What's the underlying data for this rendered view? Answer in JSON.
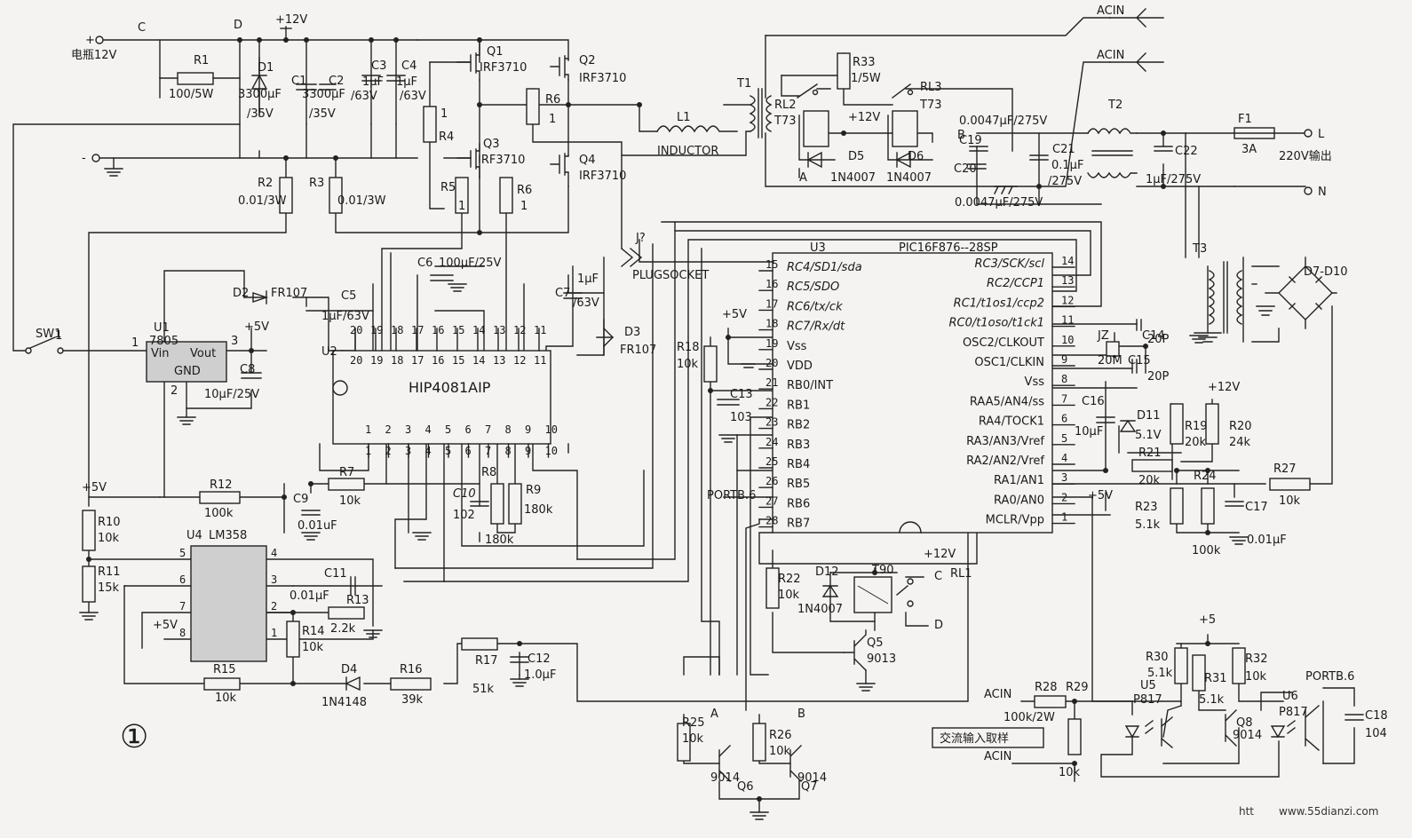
{
  "nodes": {
    "C": "C",
    "D": "D",
    "A_top": "A",
    "B_top": "B",
    "A_bot": "A",
    "B_bot": "B",
    "C_relay": "C",
    "D_relay": "D",
    "portb6_u3": "PORTB.6",
    "portb6_u6": "PORTB.6"
  },
  "power": {
    "battery_plus": "+",
    "battery_label": "电瓶12V",
    "battery_minus": "-",
    "v12_top": "+12V",
    "v12_rl": "+12V",
    "v12_rl1": "+12V",
    "v12_r19": "+12V",
    "v5_u1": "+5V",
    "v5_r18": "+5V",
    "v5_r10": "+5V",
    "v5_u4": "+5V",
    "v5_mclr": "+5V",
    "v5_opto": "+5",
    "acin_1": "ACIN",
    "acin_2": "ACIN",
    "acin_3": "ACIN",
    "acin_4": "ACIN",
    "out_L": "L",
    "out_N": "N",
    "out_label": "220V输出"
  },
  "parts": {
    "R1": "R1",
    "R1v": "100/5W",
    "D1": "D1",
    "D1v": "3300μF",
    "D1v2": "/35V",
    "C1": "C1",
    "C2": "C2",
    "C2v": "3300μF",
    "C2v2": "/35V",
    "C3": "C3",
    "C3v": "1μF",
    "C4": "C4",
    "C4v": "1μF",
    "C34v": "/63V",
    "C4v2": "/63V",
    "R2": "R2",
    "R2v": "0.01/3W",
    "R3": "R3",
    "R3v": "0.01/3W",
    "Q1": "Q1",
    "Q1v": "IRF3710",
    "Q2": "Q2",
    "Q2v": "IRF3710",
    "Q3": "Q3",
    "Q3v": "IRF3710",
    "Q4": "Q4",
    "Q4v": "IRF3710",
    "R4": "R4",
    "R4v": "1",
    "R5": "R5",
    "R5v": "1",
    "R6a": "R6",
    "R6av": "1",
    "R6b": "R6",
    "R6bv": "1",
    "L1": "L1",
    "L1v": "INDUCTOR",
    "T1": "T1",
    "R33": "R33",
    "R33v": "1/5W",
    "RL2": "RL2",
    "RL2v": "T73",
    "RL3": "RL3",
    "RL3v": "T73",
    "D5": "D5",
    "D5v": "1N4007",
    "D6": "D6",
    "D6v": "1N4007",
    "C19": "C19",
    "C20": "C20",
    "C21": "C21",
    "C21v": "0.1μF",
    "C21v2": "/275V",
    "C19v": "0.0047μF/275V",
    "C20v": "0.0047μF/275V",
    "C22": "C22",
    "C22v": "1μF/275V",
    "T2": "T2",
    "F1": "F1",
    "F1v": "3A",
    "T3": "T3",
    "D7D10": "D7-D10",
    "J": "J?",
    "Jv": "PLUGSOCKET",
    "C6": "C6",
    "C6v": "100μF/25V",
    "C7": "C7",
    "C7v": "1μF",
    "C7v2": "/63V",
    "D2": "D2",
    "D2v": "FR107",
    "C5": "C5",
    "C5v": "1μF/63V",
    "D3": "D3",
    "D3v": "FR107",
    "SW1": "SW1",
    "U1": "U1",
    "U1v": "7805",
    "U1vin": "Vin",
    "U1vout": "Vout",
    "U1gnd": "GND",
    "C8": "C8",
    "C8v": "10μF/25V",
    "U2": "U2",
    "U2v": "HIP4081AIP",
    "R7": "R7",
    "R7v": "10k",
    "C9": "C9",
    "C9v": "0.01uF",
    "C10": "C10",
    "C10v": "102",
    "R8": "R8",
    "R8v": "180k",
    "R9": "R9",
    "R9v": "180k",
    "R12": "R12",
    "R12v": "100k",
    "R10": "R10",
    "R10v": "10k",
    "R11": "R11",
    "R11v": "15k",
    "U4": "U4",
    "U4v": "LM358",
    "C11": "C11",
    "C11v": "0.01μF",
    "R13": "R13",
    "R13v": "2.2k",
    "R14": "R14",
    "R14v": "10k",
    "R15": "R15",
    "R15v": "10k",
    "D4": "D4",
    "D4v": "1N4148",
    "R16": "R16",
    "R16v": "39k",
    "R17": "R17",
    "R17v": "51k",
    "C12": "C12",
    "C12v": "1.0μF",
    "U3": "U3",
    "U3v": "PIC16F876--28SP",
    "R18": "R18",
    "R18v": "10k",
    "C13": "C13",
    "C13v": "103",
    "C14": "C14",
    "C14v": "20P",
    "C15": "C15",
    "C15v": "20P",
    "JZ": "JZ",
    "JZv": "20M",
    "C16": "C16",
    "C16v": "10μF",
    "D11": "D11",
    "D11v": "5.1V",
    "R19": "R19",
    "R19v": "20k",
    "R20": "R20",
    "R20v": "24k",
    "R21": "R21",
    "R21v": "20k",
    "R23": "R23",
    "R23v": "5.1k",
    "R24": "R24",
    "R24v": "100k",
    "C17": "C17",
    "C17v": "0.01μF",
    "R27": "R27",
    "R27v": "10k",
    "R22": "R22",
    "R22v": "10k",
    "D12": "D12",
    "D12v": "1N4007",
    "RL1": "RL1",
    "RL1v": "T90",
    "Q5": "Q5",
    "Q5v": "9013",
    "R25": "R25",
    "R25v": "10k",
    "R26": "R26",
    "R26v": "10k",
    "Q6": "Q6",
    "Q6v": "9014",
    "Q7": "Q7",
    "Q7v": "9014",
    "R28": "R28",
    "R28v": "100k/2W",
    "R29": "R29",
    "R29v": "10k",
    "R30": "R30",
    "R30v": "5.1k",
    "R31": "R31",
    "R31v": "5.1k",
    "R32": "R32",
    "R32v": "10k",
    "U5": "U5",
    "U5v": "P817",
    "U6": "U6",
    "U6v": "P817",
    "Q8": "Q8",
    "Q8v": "9014",
    "C18": "C18",
    "C18v": "104"
  },
  "u2_pins_top": [
    "20",
    "19",
    "18",
    "17",
    "16",
    "15",
    "14",
    "13",
    "12",
    "11"
  ],
  "u2_pins_bot": [
    "1",
    "2",
    "3",
    "4",
    "5",
    "6",
    "7",
    "8",
    "9",
    "10"
  ],
  "u4_pins_left": [
    "5",
    "6",
    "7",
    "8"
  ],
  "u4_pins_right": [
    "4",
    "3",
    "2",
    "1"
  ],
  "u3_left": [
    {
      "num": "15",
      "name": "RC4/SD1/sda"
    },
    {
      "num": "16",
      "name": "RC5/SDO"
    },
    {
      "num": "17",
      "name": "RC6/tx/ck"
    },
    {
      "num": "18",
      "name": "RC7/Rx/dt"
    },
    {
      "num": "19",
      "name": "Vss"
    },
    {
      "num": "20",
      "name": "VDD"
    },
    {
      "num": "21",
      "name": "RB0/INT"
    },
    {
      "num": "22",
      "name": "RB1"
    },
    {
      "num": "23",
      "name": "RB2"
    },
    {
      "num": "24",
      "name": "RB3"
    },
    {
      "num": "25",
      "name": "RB4"
    },
    {
      "num": "26",
      "name": "RB5"
    },
    {
      "num": "27",
      "name": "RB6"
    },
    {
      "num": "28",
      "name": "RB7"
    }
  ],
  "u3_right": [
    {
      "num": "14",
      "name": "RC3/SCK/scl"
    },
    {
      "num": "13",
      "name": "RC2/CCP1"
    },
    {
      "num": "12",
      "name": "RC1/t1os1/ccp2"
    },
    {
      "num": "11",
      "name": "RC0/t1oso/t1ck1"
    },
    {
      "num": "10",
      "name": "OSC2/CLKOUT"
    },
    {
      "num": "9",
      "name": "OSC1/CLKIN"
    },
    {
      "num": "8",
      "name": "Vss"
    },
    {
      "num": "7",
      "name": "RAA5/AN4/ss"
    },
    {
      "num": "6",
      "name": "RA4/TOCK1"
    },
    {
      "num": "5",
      "name": "RA3/AN3/Vref"
    },
    {
      "num": "4",
      "name": "RA2/AN2/Vref"
    },
    {
      "num": "3",
      "name": "RA1/AN1"
    },
    {
      "num": "2",
      "name": "RA0/AN0"
    },
    {
      "num": "1",
      "name": "MCLR/Vpp"
    }
  ],
  "misc": {
    "figure_number": "①",
    "sampling_label": "交流输入取样",
    "watermark_left": "htt",
    "watermark_right": "www.55dianzi.com",
    "sw_pin1": "1",
    "u1_pin1": "1",
    "u1_pin2": "2",
    "u1_pin3": "3"
  }
}
